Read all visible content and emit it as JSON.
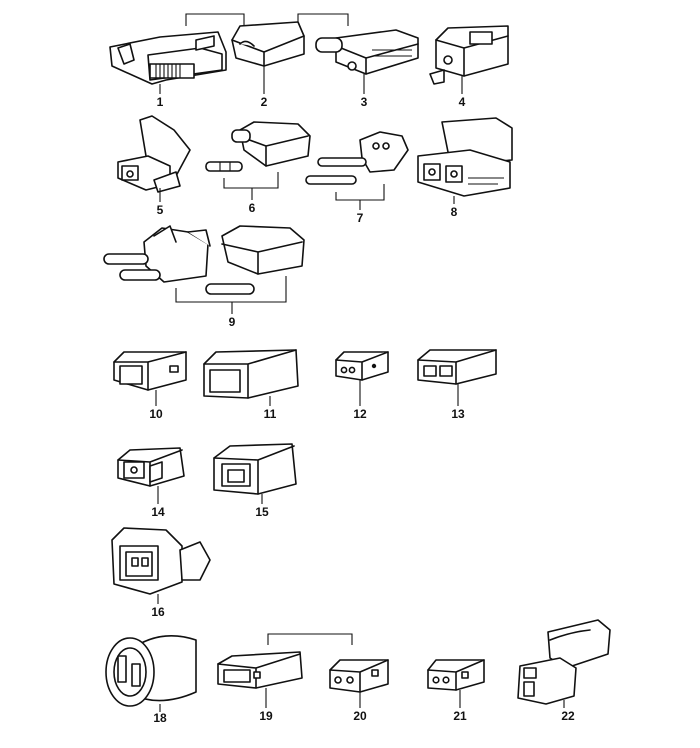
{
  "parts": [
    {
      "id": "p1",
      "number": "1"
    },
    {
      "id": "p2",
      "number": "2"
    },
    {
      "id": "p3",
      "number": "3"
    },
    {
      "id": "p4",
      "number": "4"
    },
    {
      "id": "p5",
      "number": "5"
    },
    {
      "id": "p6",
      "number": "6"
    },
    {
      "id": "p7",
      "number": "7"
    },
    {
      "id": "p8",
      "number": "8"
    },
    {
      "id": "p9",
      "number": "9"
    },
    {
      "id": "p10",
      "number": "10"
    },
    {
      "id": "p11",
      "number": "11"
    },
    {
      "id": "p12",
      "number": "12"
    },
    {
      "id": "p13",
      "number": "13"
    },
    {
      "id": "p14",
      "number": "14"
    },
    {
      "id": "p15",
      "number": "15"
    },
    {
      "id": "p16",
      "number": "16"
    },
    {
      "id": "p18",
      "number": "18"
    },
    {
      "id": "p19",
      "number": "19"
    },
    {
      "id": "p20",
      "number": "20"
    },
    {
      "id": "p21",
      "number": "21"
    },
    {
      "id": "p22",
      "number": "22"
    }
  ],
  "colors": {
    "ink": "#111111",
    "paper": "#ffffff"
  }
}
